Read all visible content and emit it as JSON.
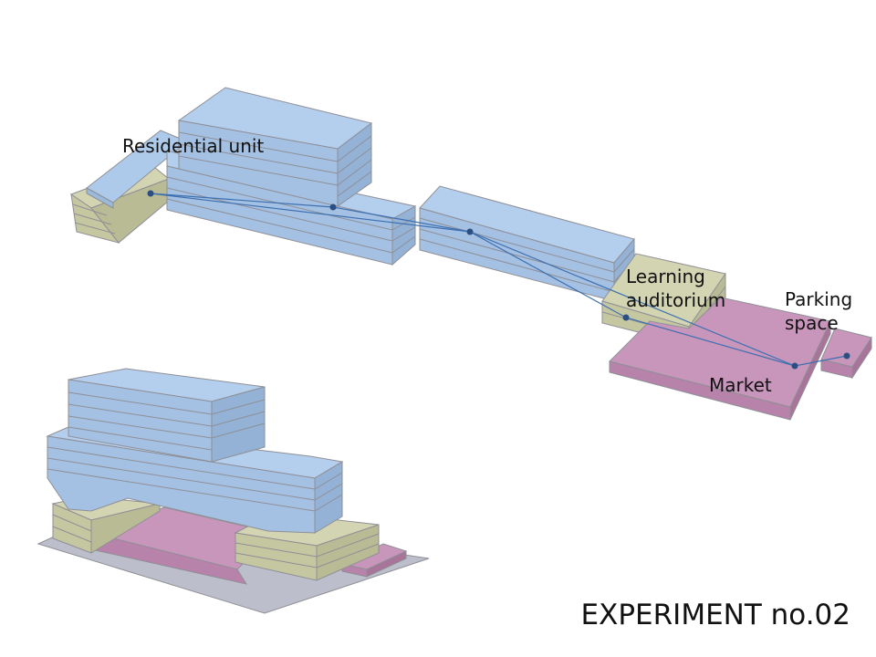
{
  "labels": {
    "residential": "Residential unit",
    "learning_1": "Learning",
    "learning_2": "auditorium",
    "parking_1": "Parking",
    "parking_2": "space",
    "market": "Market"
  },
  "title": "EXPERIMENT no.02",
  "colors": {
    "residential": "#a9c6e8",
    "learning": "#c8caa4",
    "market": "#c28db4",
    "base": "#b9bcc8",
    "edge": "#8f8f96",
    "path": "#3d6fb0",
    "node": "#2b4f82"
  }
}
